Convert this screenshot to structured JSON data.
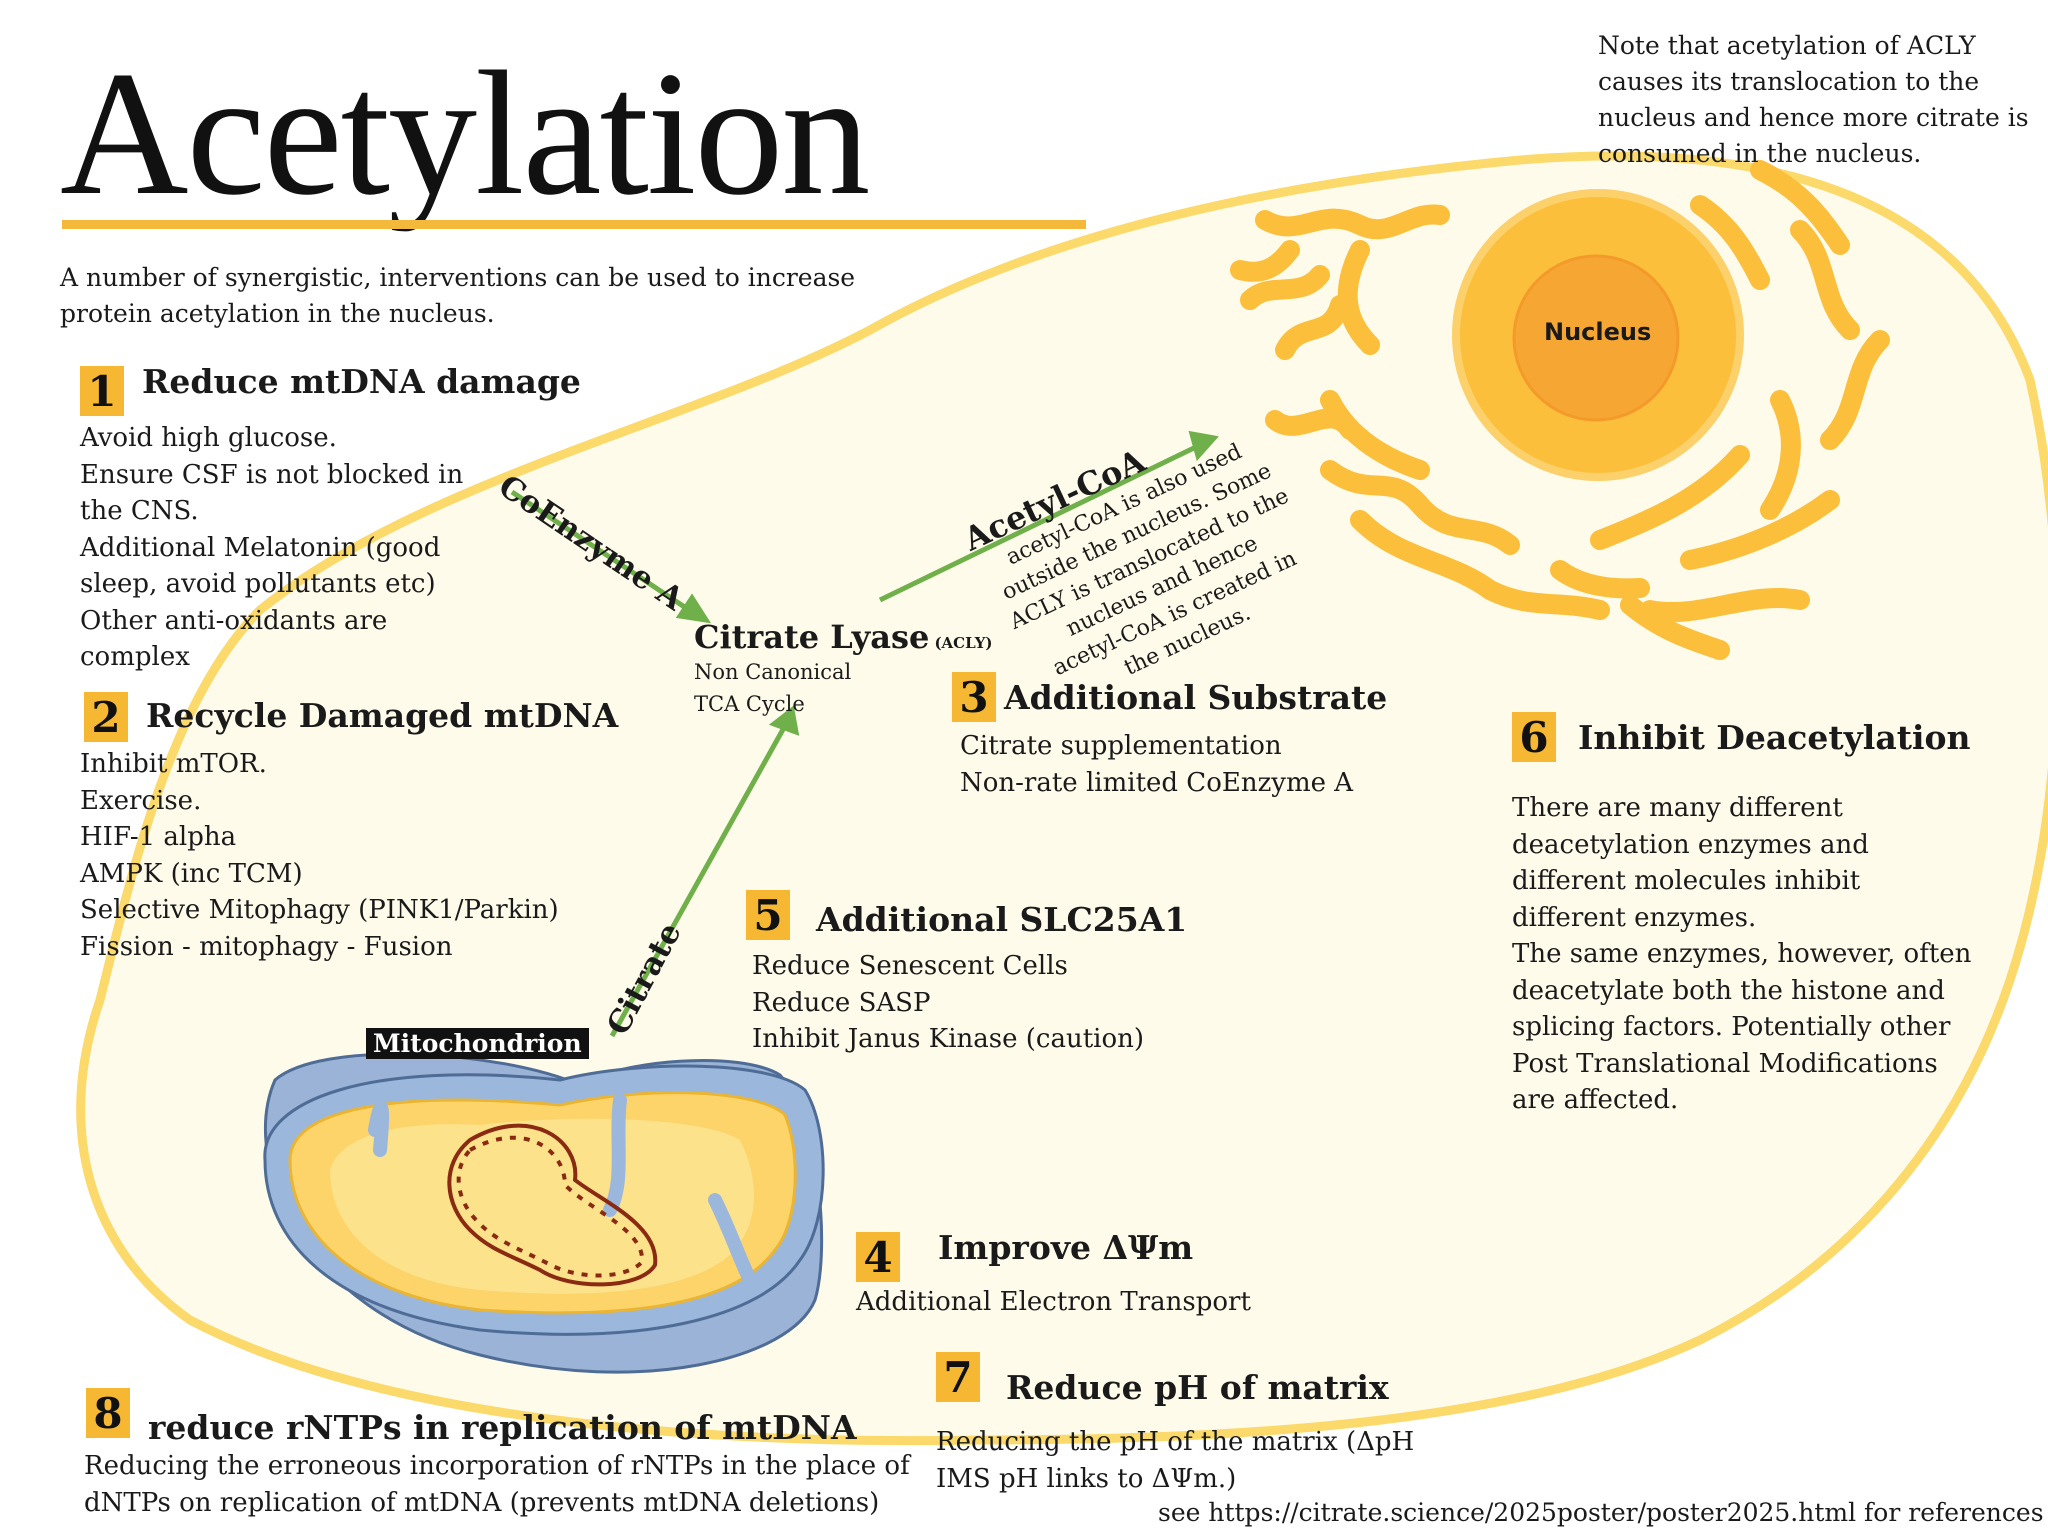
{
  "title": "Acetylation",
  "intro": [
    "A number of synergistic, interventions can be used to increase",
    "protein acetylation in the nucleus."
  ],
  "note": [
    "Note that acetylation of ACLY",
    "causes its translocation to the",
    "nucleus and hence more citrate is",
    "consumed in the nucleus."
  ],
  "labels": {
    "nucleus": "Nucleus",
    "mitochondrion": "Mitochondrion",
    "citrate_lyase": "Citrate Lyase",
    "acly": "(ACLY)",
    "citrate_lyase_sub": [
      "Non Canonical",
      "TCA Cycle"
    ],
    "coenzyme_a": "CoEnzyme A",
    "acetyl_coa": "Acetyl-CoA",
    "acetyl_coa_note": [
      "acetyl-CoA is also used",
      "outside the nucleus. Some",
      "ACLY is translocated to the",
      "nucleus and hence",
      "acetyl-CoA is created in",
      "the nucleus."
    ],
    "citrate": "Citrate"
  },
  "sections": [
    {
      "num": "1",
      "heading": "Reduce mtDNA damage",
      "lines": [
        "Avoid high glucose.",
        "Ensure CSF is not blocked in",
        "the CNS.",
        "Additional Melatonin (good",
        "sleep, avoid pollutants etc)",
        "Other anti-oxidants are",
        "complex"
      ]
    },
    {
      "num": "2",
      "heading": "Recycle Damaged mtDNA",
      "lines": [
        "Inhibit mTOR.",
        "Exercise.",
        "HIF-1 alpha",
        "AMPK  (inc TCM)",
        "Selective Mitophagy (PINK1/Parkin)",
        "Fission - mitophagy - Fusion"
      ]
    },
    {
      "num": "3",
      "heading": "Additional Substrate",
      "lines": [
        "Citrate supplementation",
        "Non-rate limited CoEnzyme A"
      ]
    },
    {
      "num": "4",
      "heading": "Improve ΔΨm",
      "lines": [
        "Additional Electron Transport"
      ]
    },
    {
      "num": "5",
      "heading": "Additional SLC25A1",
      "lines": [
        "Reduce Senescent Cells",
        "Reduce SASP",
        "Inhibit Janus Kinase (caution)"
      ]
    },
    {
      "num": "6",
      "heading": "Inhibit Deacetylation",
      "lines": [
        "There are many different",
        "deacetylation enzymes and",
        "different molecules inhibit",
        "different enzymes.",
        "The same enzymes, however, often",
        "deacetylate both the histone and",
        "splicing factors.  Potentially other",
        "Post Translational Modifications",
        "are affected."
      ]
    },
    {
      "num": "7",
      "heading": "Reduce pH of matrix",
      "lines": [
        "Reducing the pH of the matrix  (ΔpH",
        "IMS pH links to ΔΨm.)"
      ]
    },
    {
      "num": "8",
      "heading": "reduce rNTPs in replication of mtDNA",
      "lines": [
        "Reducing the erroneous incorporation of rNTPs in the place of",
        "dNTPs on replication of mtDNA (prevents mtDNA deletions)"
      ]
    }
  ],
  "footer": "see https://citrate.science/2025poster/poster2025.html  for references",
  "colors": {
    "accent": "#f6b733",
    "cell_fill": "#fffbea",
    "cell_border": "#fbd96a",
    "arrow": "#6fb04a",
    "nucleus": "#fbbf3b",
    "mito_outer": "#9ab3d6"
  }
}
